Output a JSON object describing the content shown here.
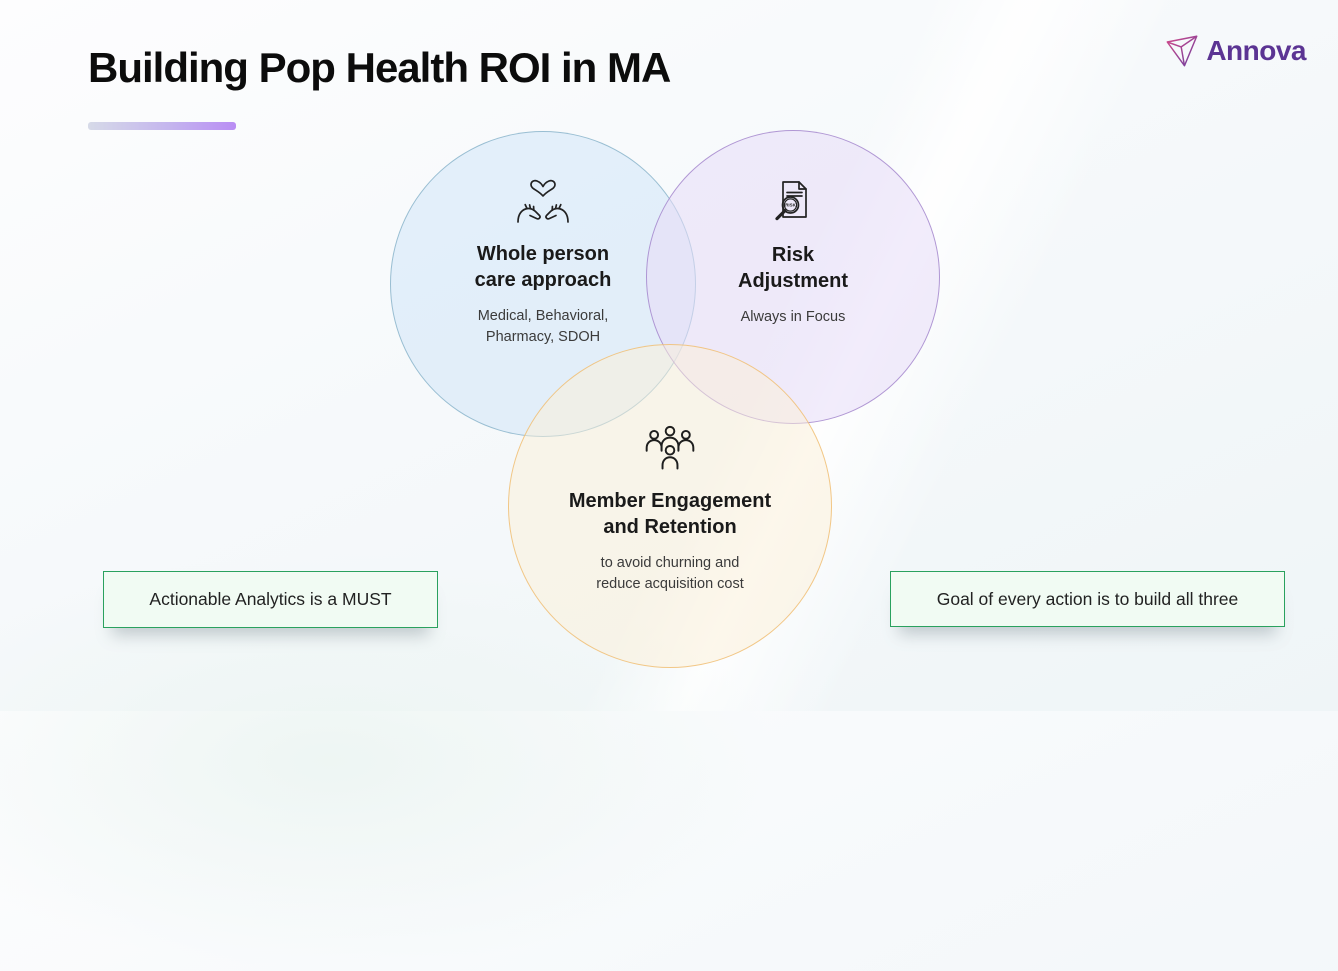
{
  "slide": {
    "title": "Building Pop Health ROI in MA",
    "logo_text": "Annova",
    "accent": {
      "underline_gradient_from": "#d6dae8",
      "underline_gradient_to": "#b98df4",
      "logo_purple": "#5b3493"
    }
  },
  "venn": {
    "circles": [
      {
        "id": "whole-person-care",
        "icon": "hands-holding-heart-icon",
        "title_lines": [
          "Whole person",
          "care approach"
        ],
        "subtitle_lines": [
          "Medical, Behavioral,",
          "Pharmacy, SDOH"
        ],
        "fill": "#e9f1fa",
        "border": "#a5cbdc"
      },
      {
        "id": "risk-adjustment",
        "icon": "risk-document-magnifier-icon",
        "icon_label": "RISK",
        "title_lines": [
          "Risk",
          "Adjustment"
        ],
        "subtitle_lines": [
          "Always in Focus"
        ],
        "fill": "#f1edf8",
        "border": "#b39ad6"
      },
      {
        "id": "member-engagement",
        "icon": "people-group-icon",
        "title_lines": [
          "Member Engagement",
          "and Retention"
        ],
        "subtitle_lines": [
          "to avoid churning and",
          "reduce acquisition cost"
        ],
        "fill": "#fdf8ec",
        "border": "#f2c478"
      }
    ]
  },
  "callouts": [
    {
      "text": "Actionable Analytics is a MUST",
      "border": "#2aa15e",
      "background": "#f1fbf3"
    },
    {
      "text": "Goal of every action is to build all three",
      "border": "#2aa15e",
      "background": "#f1fbf3"
    }
  ]
}
